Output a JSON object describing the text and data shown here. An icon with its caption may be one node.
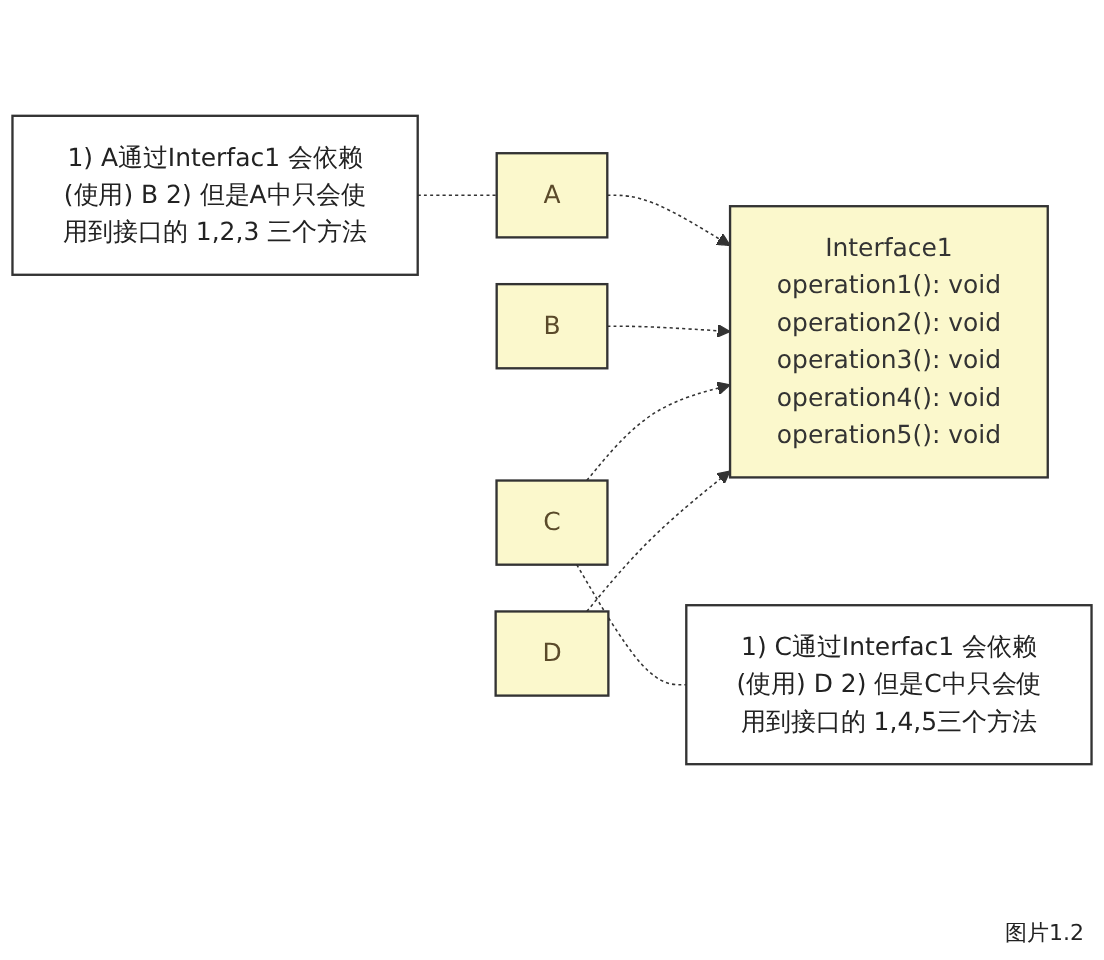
{
  "diagram": {
    "nodes": [
      {
        "text": [
          "1) A通过Interfac1 会依赖(使用) B 2) 但是A中只会使用到接口的 1,2,3 三个方法"
        ]
      },
      {
        "text": [
          "A"
        ]
      },
      {
        "text": [
          "Interface1",
          "operation1(): void",
          "operation2(): void",
          "operation3(): void",
          "operation4(): void",
          "operation5(): void"
        ]
      },
      {
        "text": [
          "B"
        ]
      },
      {
        "text": [
          "C"
        ]
      },
      {
        "text": [
          "D"
        ]
      },
      {
        "text": [
          "1) C通过Interfac1 会依赖(使用) D 2) 但是C中只会使用到接口的 1,4,5三个方法"
        ]
      }
    ],
    "edges": [
      {
        "from": 0,
        "to": 1,
        "arrow": "none",
        "style": "dashed"
      },
      {
        "from": 1,
        "to": 2,
        "arrow": "to",
        "style": "dashed"
      },
      {
        "from": 3,
        "to": 2,
        "arrow": "to",
        "style": "dashed"
      },
      {
        "from": 4,
        "to": 2,
        "arrow": "to",
        "style": "dashed"
      },
      {
        "from": 5,
        "to": 2,
        "arrow": "to",
        "style": "dashed"
      },
      {
        "from": 4,
        "to": 6,
        "arrow": "none",
        "style": "dashed"
      }
    ],
    "labels": [
      "图片1.2"
    ]
  }
}
